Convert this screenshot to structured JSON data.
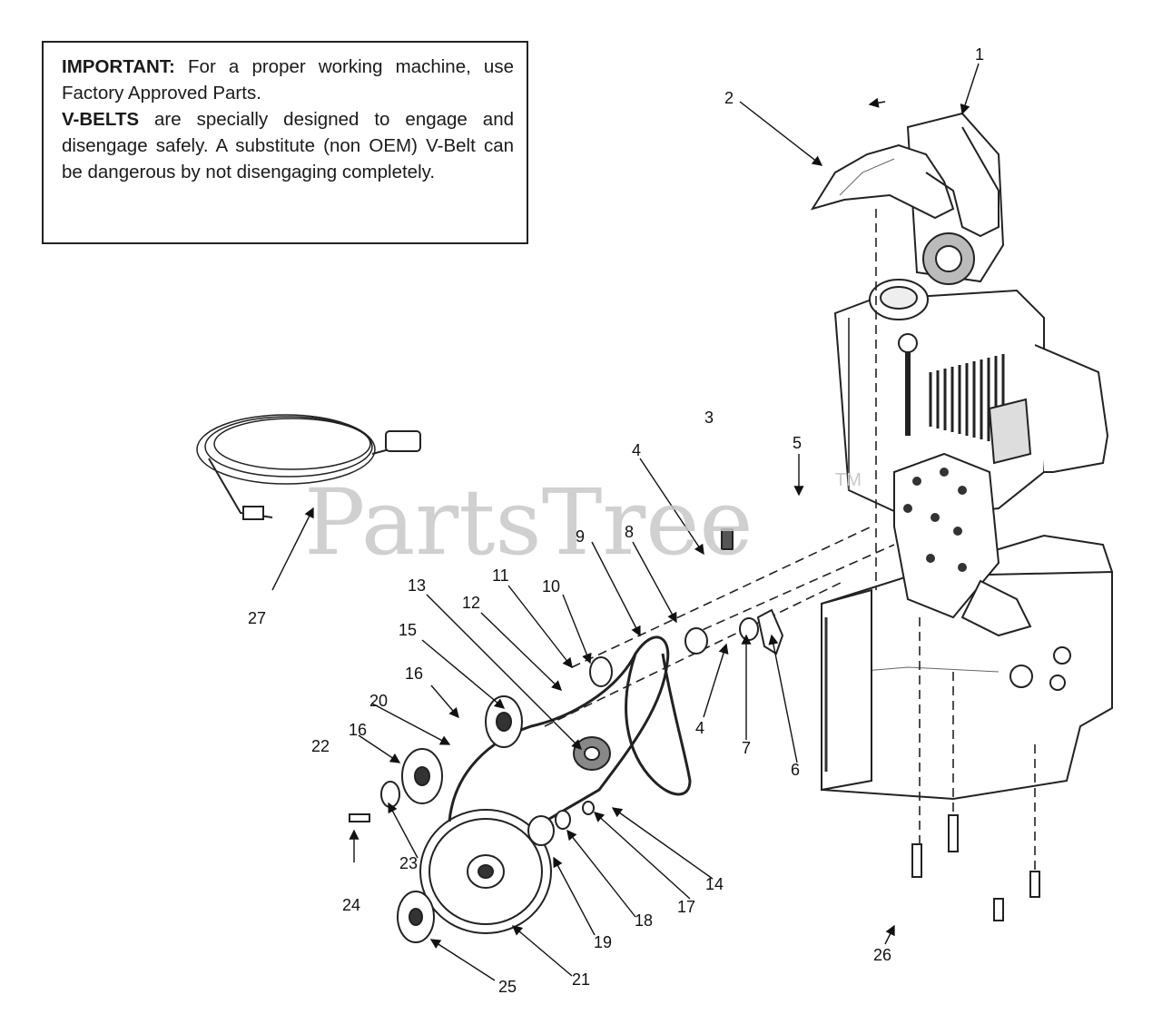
{
  "notice": {
    "important_label": "IMPORTANT:",
    "important_text": " For a proper working machine, use Factory Approved Parts.",
    "vbelts_label": "V-BELTS",
    "vbelts_text": " are specially designed to engage and disengage safely.  A substitute (non OEM) V-Belt can be dangerous by not disengaging completely."
  },
  "watermark": {
    "text": "PartsTree",
    "tm": "TM"
  },
  "callouts": {
    "c1": "1",
    "c2": "2",
    "c3": "3",
    "c4a": "4",
    "c4b": "4",
    "c5": "5",
    "c6": "6",
    "c7": "7",
    "c8": "8",
    "c9": "9",
    "c10": "10",
    "c11": "11",
    "c12": "12",
    "c13": "13",
    "c14": "14",
    "c15": "15",
    "c16a": "16",
    "c16b": "16",
    "c17": "17",
    "c18": "18",
    "c19": "19",
    "c20": "20",
    "c21": "21",
    "c22": "22",
    "c23": "23",
    "c24": "24",
    "c25": "25",
    "c26": "26",
    "c27": "27"
  }
}
